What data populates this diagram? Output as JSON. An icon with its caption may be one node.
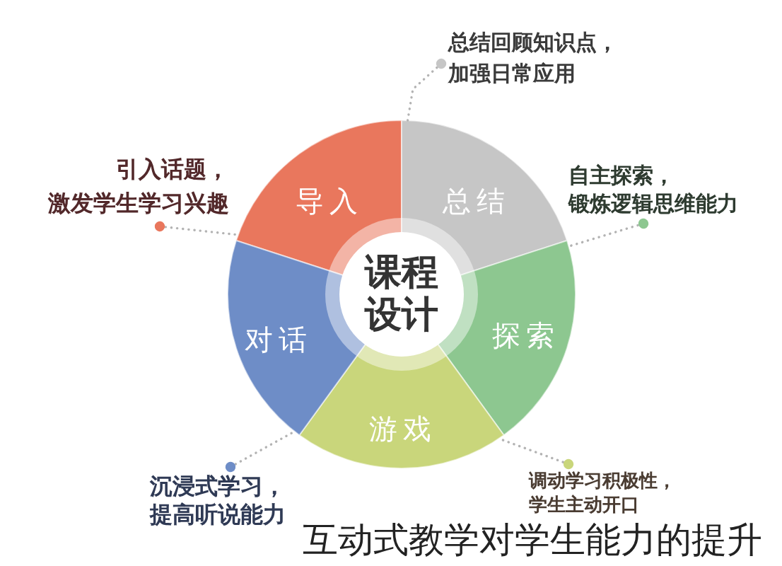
{
  "diagram": {
    "caption": "互动式教学对学生能力的提升",
    "nodes": [
      {
        "text": [
          "课程设计"
        ]
      },
      {
        "text": [
          "导入"
        ]
      },
      {
        "text": [
          "总结"
        ]
      },
      {
        "text": [
          "探索"
        ]
      },
      {
        "text": [
          "游戏"
        ]
      },
      {
        "text": [
          "对话"
        ]
      },
      {
        "text": [
          "总结回顾知识点，加强日常应用"
        ]
      },
      {
        "text": [
          "引入话题，激发学生学习兴趣"
        ]
      },
      {
        "text": [
          "自主探索，锻炼逻辑思维能力"
        ]
      },
      {
        "text": [
          "沉浸式学习，提高听说能力"
        ]
      },
      {
        "text": [
          "调动学习积极性，学生主动开口"
        ]
      }
    ],
    "edges": [
      {
        "from": 6,
        "to": 2,
        "arrow": "other",
        "style": "dashed"
      },
      {
        "from": 7,
        "to": 1,
        "arrow": "other",
        "style": "dashed"
      },
      {
        "from": 8,
        "to": 3,
        "arrow": "other",
        "style": "dashed"
      },
      {
        "from": 9,
        "to": 5,
        "arrow": "other",
        "style": "dashed"
      },
      {
        "from": 10,
        "to": 4,
        "arrow": "other",
        "style": "dashed"
      }
    ]
  }
}
